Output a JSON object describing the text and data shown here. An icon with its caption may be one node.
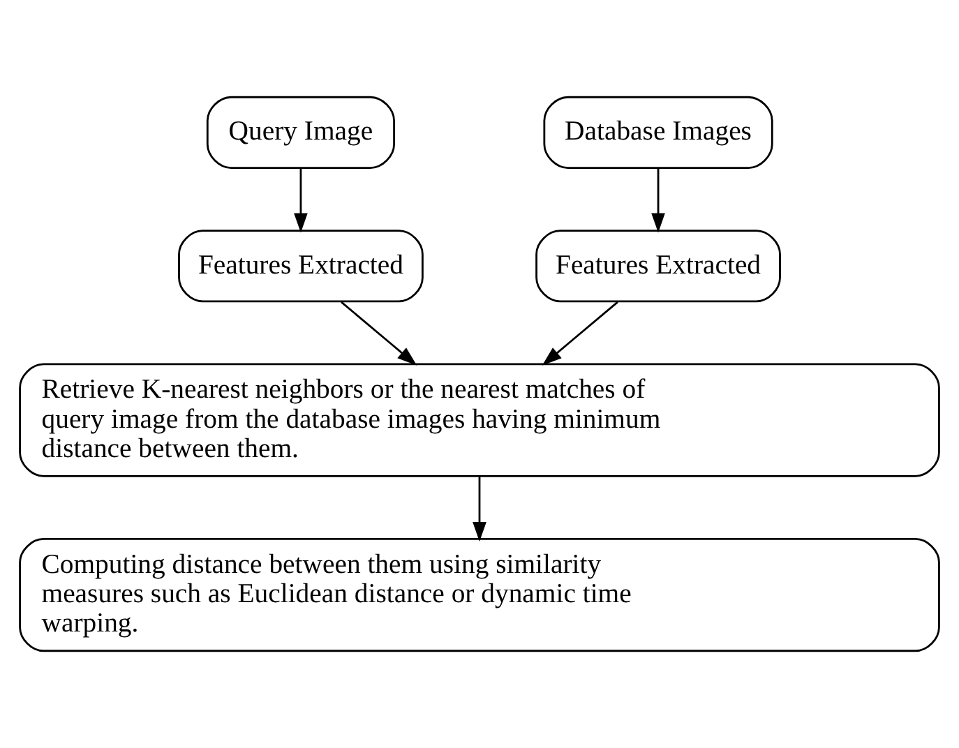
{
  "diagram": {
    "nodes": [
      {
        "text": [
          "Query Image"
        ]
      },
      {
        "text": [
          "Database Images"
        ]
      },
      {
        "text": [
          "Features Extracted"
        ]
      },
      {
        "text": [
          "Features Extracted"
        ]
      },
      {
        "text": [
          "Retrieve K-nearest neighbors or the nearest matches of query image from the database images having minimum distance between them."
        ]
      },
      {
        "text": [
          "Computing distance between them using similarity measures such as Euclidean distance or dynamic time warping."
        ]
      }
    ],
    "edges": [
      {
        "from": 0,
        "to": 2,
        "arrow": "to"
      },
      {
        "from": 1,
        "to": 3,
        "arrow": "to"
      },
      {
        "from": 2,
        "to": 4,
        "arrow": "to"
      },
      {
        "from": 3,
        "to": 4,
        "arrow": "to"
      },
      {
        "from": 4,
        "to": 5,
        "arrow": "to"
      }
    ]
  }
}
